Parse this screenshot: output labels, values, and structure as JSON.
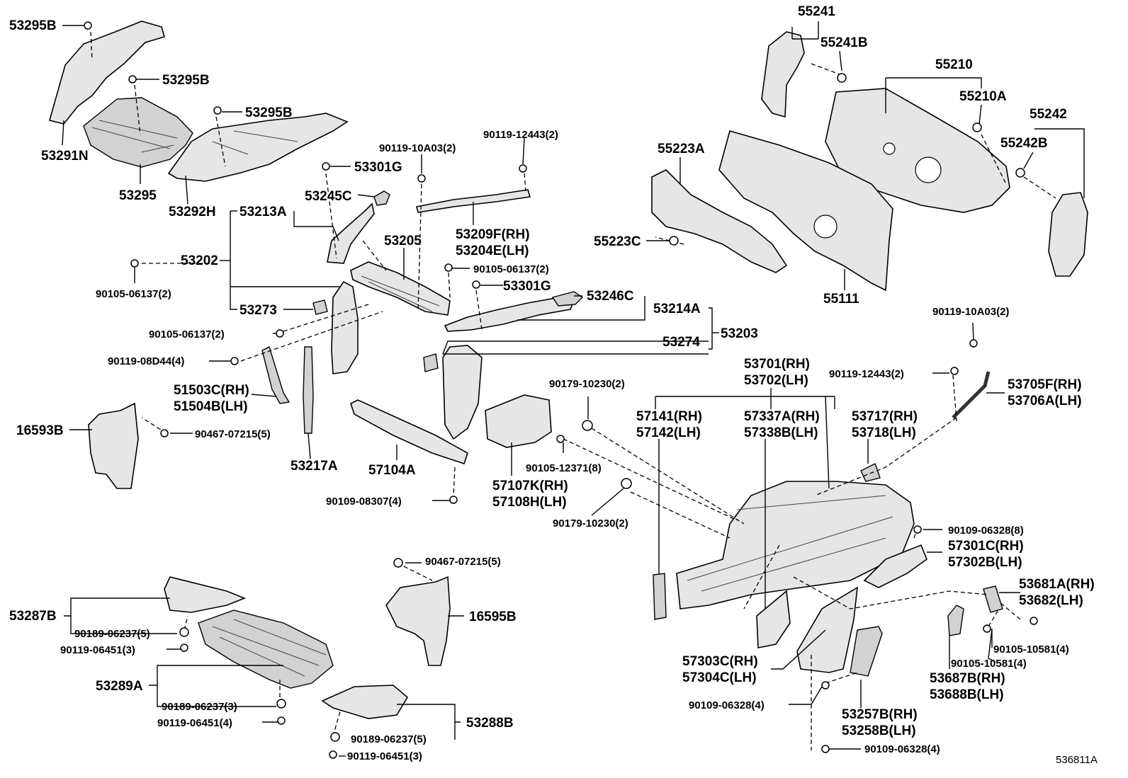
{
  "diagram_id": "536811A",
  "labels": {
    "p53295b_top": "53295B",
    "p53295b_mid": "53295B",
    "p53295b_right": "53295B",
    "p53291n": "53291N",
    "p53295": "53295",
    "p53292h": "53292H",
    "p53301g_a": "53301G",
    "p53245c": "53245C",
    "p53213a": "53213A",
    "p53202": "53202",
    "p53205": "53205",
    "p90105_06137_left": "90105-06137(2)",
    "p53273": "53273",
    "p90105_06137_mid": "90105-06137(2)",
    "p90119_08d44": "90119-08D44(4)",
    "p51503c": "51503C(RH)",
    "p51504b": "51504B(LH)",
    "p16593b": "16593B",
    "p90467_07215_a": "90467-07215(5)",
    "p53217a": "53217A",
    "p90119_10a03_a": "90119-10A03(2)",
    "p90119_12443_a": "90119-12443(2)",
    "p53209f": "53209F(RH)",
    "p53204e": "53204E(LH)",
    "p90105_06137_right": "90105-06137(2)",
    "p53301g_b": "53301G",
    "p53246c": "53246C",
    "p53214a": "53214A",
    "p53203": "53203",
    "p53274": "53274",
    "p57104a": "57104A",
    "p90109_08307": "90109-08307(4)",
    "p90179_10230_a": "90179-10230(2)",
    "p90105_12371": "90105-12371(8)",
    "p57107k": "57107K(RH)",
    "p57108h": "57108H(LH)",
    "p90179_10230_b": "90179-10230(2)",
    "p55241": "55241",
    "p55241b": "55241B",
    "p55210": "55210",
    "p55210a": "55210A",
    "p55242": "55242",
    "p55242b": "55242B",
    "p55223a": "55223A",
    "p55223c": "55223C",
    "p55111": "55111",
    "p90119_10a03_b": "90119-10A03(2)",
    "p90119_12443_b": "90119-12443(2)",
    "p53705f": "53705F(RH)",
    "p53706a": "53706A(LH)",
    "p53701": "53701(RH)",
    "p53702": "53702(LH)",
    "p57141": "57141(RH)",
    "p57142": "57142(LH)",
    "p57337a": "57337A(RH)",
    "p57338b": "57338B(LH)",
    "p53717": "53717(RH)",
    "p53718": "53718(LH)",
    "p90109_06328_a": "90109-06328(8)",
    "p57301c": "57301C(RH)",
    "p57302b": "57302B(LH)",
    "p53681a": "53681A(RH)",
    "p53682": "53682(LH)",
    "p90105_10581_a": "90105-10581(4)",
    "p90105_10581_b": "90105-10581(4)",
    "p53687b": "53687B(RH)",
    "p53688b": "53688B(LH)",
    "p57303c": "57303C(RH)",
    "p57304c": "57304C(LH)",
    "p90109_06328_b": "90109-06328(4)",
    "p53257b": "53257B(RH)",
    "p53258b": "53258B(LH)",
    "p90109_06328_c": "90109-06328(4)",
    "p90467_07215_b": "90467-07215(5)",
    "p16595b": "16595B",
    "p53287b": "53287B",
    "p90189_06237_a": "90189-06237(5)",
    "p90119_06451_a": "90119-06451(3)",
    "p53289a": "53289A",
    "p90189_06237_b": "90189-06237(3)",
    "p90119_06451_b": "90119-06451(4)",
    "p53288b": "53288B",
    "p90189_06237_c": "90189-06237(5)",
    "p90119_06451_c": "90119-06451(3)"
  }
}
